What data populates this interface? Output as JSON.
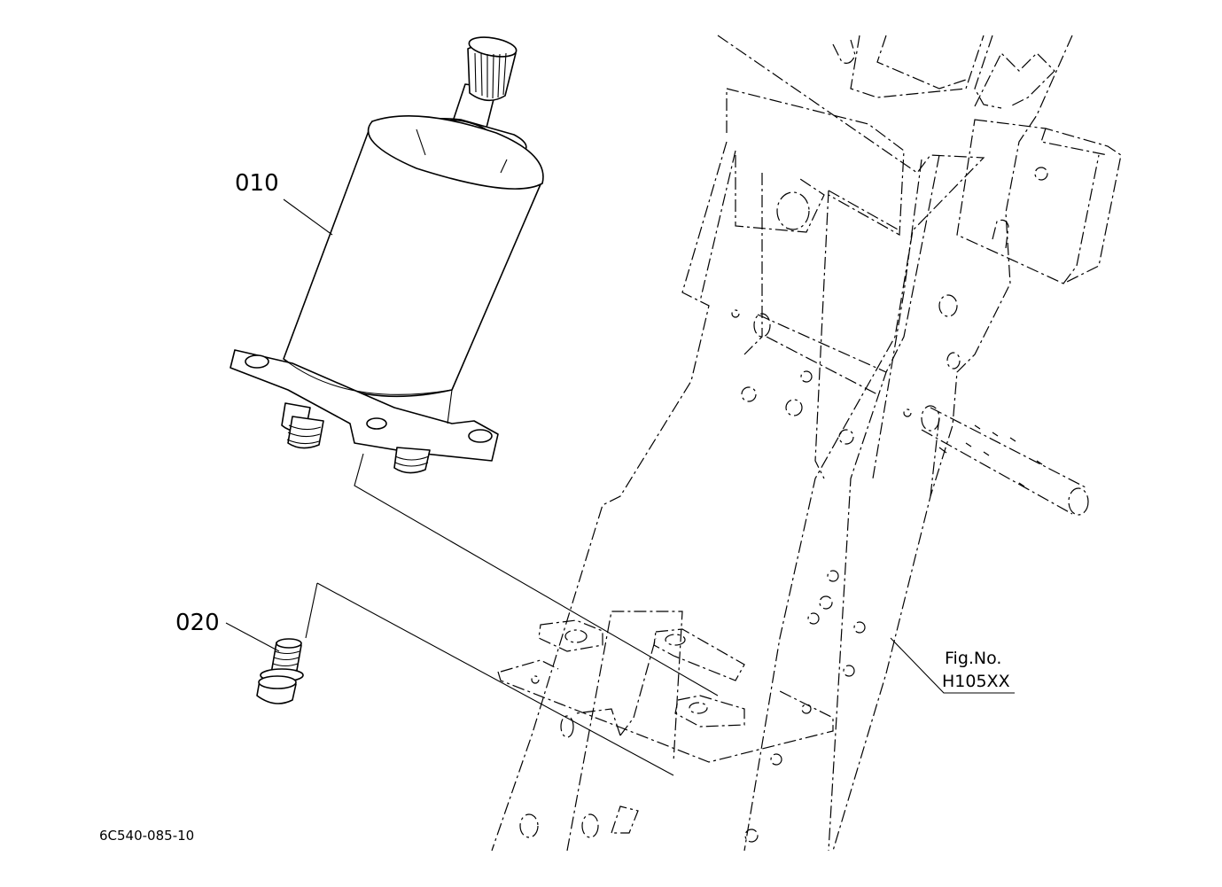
{
  "parts": [
    {
      "number": "010"
    },
    {
      "number": "020"
    }
  ],
  "figure": {
    "caption": "Fig.No.",
    "number": "H105XX"
  },
  "drawing_code": "6C540-085-10"
}
